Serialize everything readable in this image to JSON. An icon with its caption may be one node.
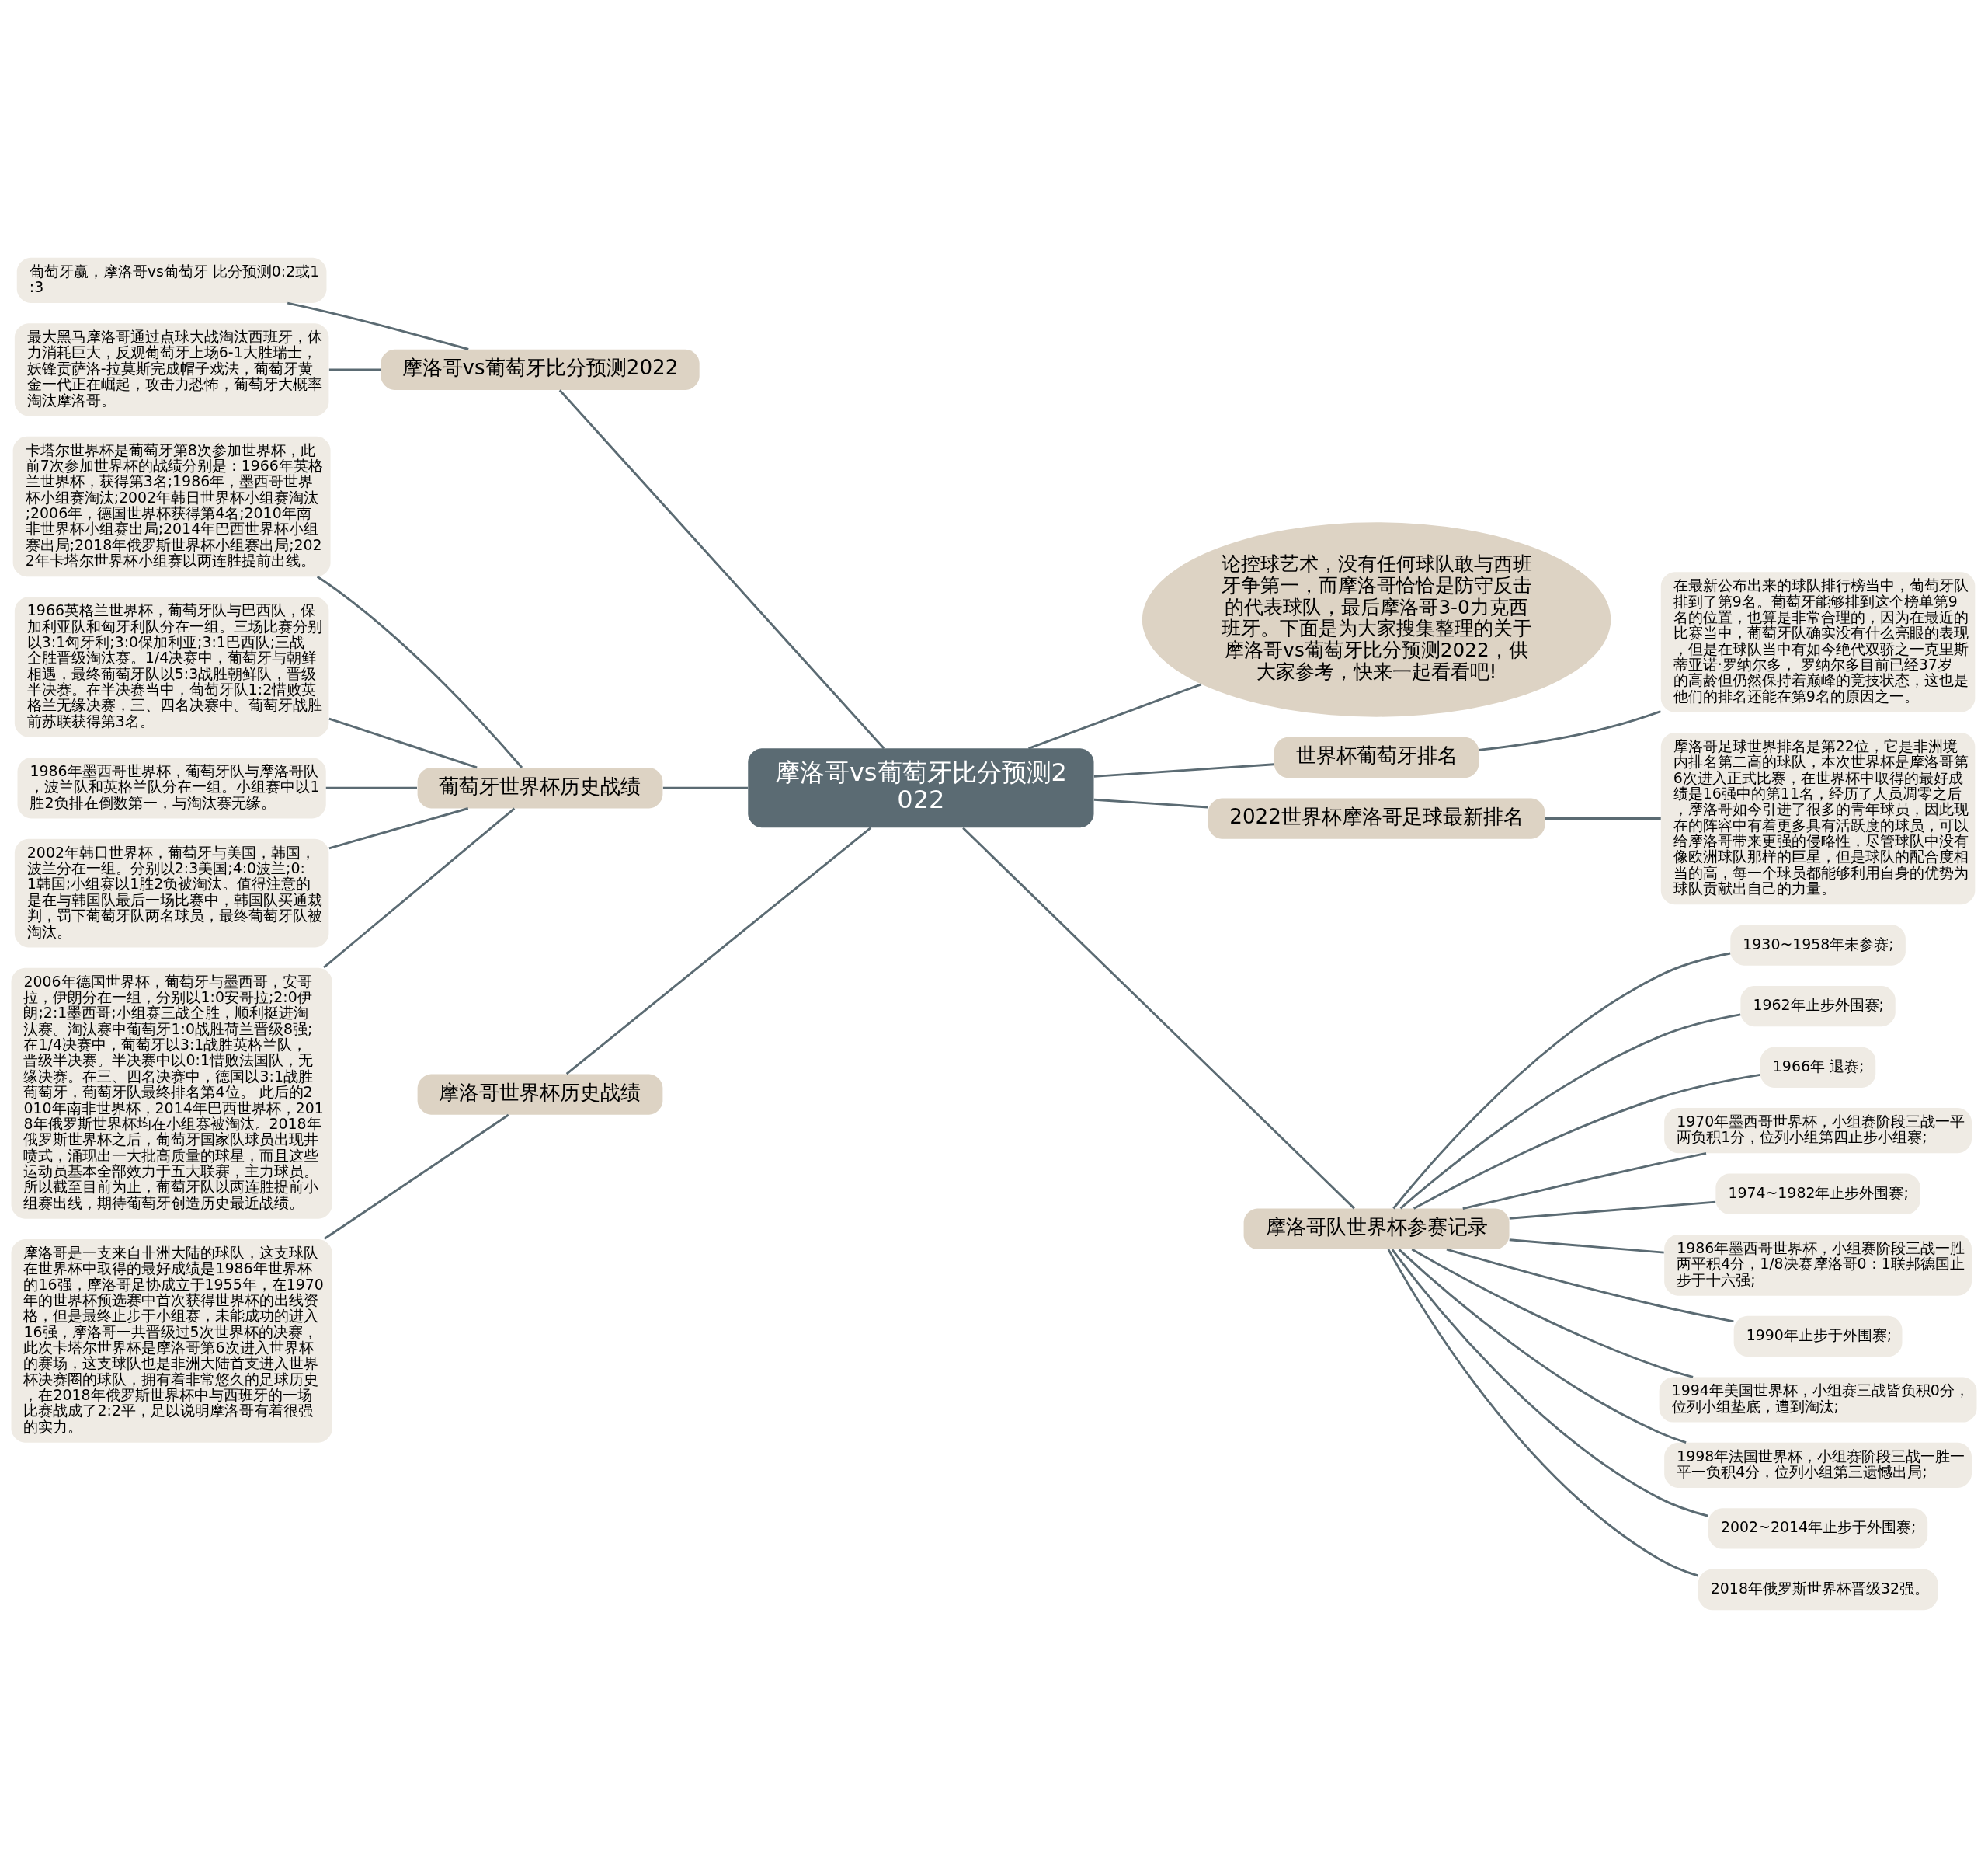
{
  "diagram": {
    "nodes": [
      {
        "text": [
          "摩洛哥vs葡萄牙比分预测2022"
        ]
      },
      {
        "text": [
          "摩洛哥vs葡萄牙比分预测2022"
        ]
      },
      {
        "text": [
          "葡萄牙赢，摩洛哥vs葡萄牙 比分预测0:2或1:3"
        ]
      },
      {
        "text": [
          "最大黑马摩洛哥通过点球大战淘汰西班牙，体力消耗巨大，反观葡萄牙上场6-1大胜瑞士，妖锋贡萨洛-拉莫斯完成帽子戏法，葡萄牙黄金一代正在崛起，攻击力恐怖，葡萄牙大概率淘汰摩洛哥。"
        ]
      },
      {
        "text": [
          "葡萄牙世界杯历史战绩"
        ]
      },
      {
        "text": [
          "卡塔尔世界杯是葡萄牙第8次参加世界杯，此前7次参加世界杯的战绩分别是：1966年英格兰世界杯，获得第3名;1986年，墨西哥世界杯小组赛淘汰;2002年韩日世界杯小组赛淘汰;2006年，德国世界杯获得第4名;2010年南非世界杯小组赛出局;2014年巴西世界杯小组赛出局;2018年俄罗斯世界杯小组赛出局;2022年卡塔尔世界杯小组赛以两连胜提前出线。"
        ]
      },
      {
        "text": [
          "1966英格兰世界杯，葡萄牙队与巴西队，保加利亚队和匈牙利队分在一组。三场比赛分别以3:1匈牙利;3:0保加利亚;3:1巴西队;三战全胜晋级淘汰赛。1/4决赛中，葡萄牙与朝鲜相遇，最终葡萄牙队以5:3战胜朝鲜队，晋级半决赛。在半决赛当中，葡萄牙队1:2惜败英格兰无缘决赛，三、四名决赛中。葡萄牙战胜前苏联获得第3名。"
        ]
      },
      {
        "text": [
          "1986年墨西哥世界杯，葡萄牙队与摩洛哥队，波兰队和英格兰队分在一组。小组赛中以1胜2负排在倒数第一，与淘汰赛无缘。"
        ]
      },
      {
        "text": [
          "2002年韩日世界杯，葡萄牙与美国，韩国，波兰分在一组。分别以2:3美国;4:0波兰;0:1韩国;小组赛以1胜2负被淘汰。值得注意的是在与韩国队最后一场比赛中，韩国队买通裁判，罚下葡萄牙队两名球员，最终葡萄牙队被淘汰。"
        ]
      },
      {
        "text": [
          "2006年德国世界杯，葡萄牙与墨西哥，安哥拉，伊朗分在一组，分别以1:0安哥拉;2:0伊朗;2:1墨西哥;小组赛三战全胜，顺利挺进淘汰赛。淘汰赛中葡萄牙1:0战胜荷兰晋级8强;在1/4决赛中，葡萄牙以3:1战胜英格兰队，晋级半决赛。半决赛中以0:1惜败法国队，无缘决赛。在三、四名决赛中，德国以3:1战胜葡萄牙，葡萄牙队最终排名第4位。 此后的2010年南非世界杯，2014年巴西世界杯，2018年俄罗斯世界杯均在小组赛被淘汰。2018年俄罗斯世界杯之后，葡萄牙国家队球员出现井喷式，涌现出一大批高质量的球星，而且这些运动员基本全部效力于五大联赛，主力球员。所以截至目前为止，葡萄牙队以两连胜提前小组赛出线，期待葡萄牙创造历史最近战绩。"
        ]
      },
      {
        "text": [
          "摩洛哥世界杯历史战绩"
        ]
      },
      {
        "text": [
          "摩洛哥是一支来自非洲大陆的球队，这支球队在世界杯中取得的最好成绩是1986年世界杯的16强，摩洛哥足协成立于1955年，在1970年的世界杯预选赛中首次获得世界杯的出线资格，但是最终止步于小组赛，未能成功的进入16强，摩洛哥一共晋级过5次世界杯的决赛，此次卡塔尔世界杯是摩洛哥第6次进入世界杯的赛场，这支球队也是非洲大陆首支进入世界杯决赛圈的球队，拥有着非常悠久的足球历史，在2018年俄罗斯世界杯中与西班牙的一场比赛战成了2:2平，足以说明摩洛哥有着很强的实力。"
        ]
      },
      {
        "text": [
          "论控球艺术，没有任何球队敢与西班牙争第一，而摩洛哥恰恰是防守反击的代表球队，最后摩洛哥3-0力克西班牙。下面是为大家搜集整理的关于摩洛哥vs葡萄牙比分预测2022，供大家参考，快来一起看看吧!"
        ]
      },
      {
        "text": [
          "世界杯葡萄牙排名"
        ]
      },
      {
        "text": [
          "在最新公布出来的球队排行榜当中，葡萄牙队排到了第9名。葡萄牙能够排到这个榜单第9名的位置，也算是非常合理的，因为在最近的比赛当中，葡萄牙队确实没有什么亮眼的表现，但是在球队当中有如今绝代双骄之一克里斯蒂亚诺·罗纳尔多， 罗纳尔多目前已经37岁的高龄但仍然保持着巅峰的竞技状态，这也是他们的排名还能在第9名的原因之一。"
        ]
      },
      {
        "text": [
          "2022世界杯摩洛哥足球最新排名"
        ]
      },
      {
        "text": [
          "摩洛哥足球世界排名是第22位，它是非洲境内排名第二高的球队，本次世界杯是摩洛哥第6次进入正式比赛，在世界杯中取得的最好成绩是16强中的第11名，经历了人员凋零之后，摩洛哥如今引进了很多的青年球员，因此现在的阵容中有着更多具有活跃度的球员，可以给摩洛哥带来更强的侵略性，尽管球队中没有像欧洲球队那样的巨星，但是球队的配合度相当的高，每一个球员都能够利用自身的优势为球队贡献出自己的力量。"
        ]
      },
      {
        "text": [
          "摩洛哥队世界杯参赛记录"
        ]
      },
      {
        "text": [
          "1930~1958年未参赛;"
        ]
      },
      {
        "text": [
          "1962年止步外围赛;"
        ]
      },
      {
        "text": [
          "1966年 退赛;"
        ]
      },
      {
        "text": [
          "1970年墨西哥世界杯，小组赛阶段三战一平两负积1分，位列小组第四止步小组赛;"
        ]
      },
      {
        "text": [
          "1974~1982年止步外围赛;"
        ]
      },
      {
        "text": [
          "1986年墨西哥世界杯，小组赛阶段三战一胜两平积4分，1/8决赛摩洛哥0：1联邦德国止步于十六强;"
        ]
      },
      {
        "text": [
          "1990年止步于外围赛;"
        ]
      },
      {
        "text": [
          "1994年美国世界杯，小组赛三战皆负积0分，位列小组垫底，遭到淘汰;"
        ]
      },
      {
        "text": [
          "1998年法国世界杯，小组赛阶段三战一胜一平一负积4分，位列小组第三遗憾出局;"
        ]
      },
      {
        "text": [
          "2002~2014年止步于外围赛;"
        ]
      },
      {
        "text": [
          "2018年俄罗斯世界杯晋级32强。"
        ]
      }
    ],
    "edges": [
      {
        "from": 0,
        "to": 1,
        "arrow": "none"
      },
      {
        "from": 1,
        "to": 2,
        "arrow": "none"
      },
      {
        "from": 1,
        "to": 3,
        "arrow": "none"
      },
      {
        "from": 0,
        "to": 4,
        "arrow": "none"
      },
      {
        "from": 4,
        "to": 5,
        "arrow": "none"
      },
      {
        "from": 4,
        "to": 6,
        "arrow": "none"
      },
      {
        "from": 4,
        "to": 7,
        "arrow": "none"
      },
      {
        "from": 4,
        "to": 8,
        "arrow": "none"
      },
      {
        "from": 4,
        "to": 9,
        "arrow": "none"
      },
      {
        "from": 0,
        "to": 10,
        "arrow": "none"
      },
      {
        "from": 10,
        "to": 11,
        "arrow": "none"
      },
      {
        "from": 0,
        "to": 12,
        "arrow": "none"
      },
      {
        "from": 0,
        "to": 13,
        "arrow": "none"
      },
      {
        "from": 13,
        "to": 14,
        "arrow": "none"
      },
      {
        "from": 0,
        "to": 15,
        "arrow": "none"
      },
      {
        "from": 15,
        "to": 16,
        "arrow": "none"
      },
      {
        "from": 0,
        "to": 17,
        "arrow": "none"
      },
      {
        "from": 17,
        "to": 18,
        "arrow": "none"
      },
      {
        "from": 17,
        "to": 19,
        "arrow": "none"
      },
      {
        "from": 17,
        "to": 20,
        "arrow": "none"
      },
      {
        "from": 17,
        "to": 21,
        "arrow": "none"
      },
      {
        "from": 17,
        "to": 22,
        "arrow": "none"
      },
      {
        "from": 17,
        "to": 23,
        "arrow": "none"
      },
      {
        "from": 17,
        "to": 24,
        "arrow": "none"
      },
      {
        "from": 17,
        "to": 25,
        "arrow": "none"
      },
      {
        "from": 17,
        "to": 26,
        "arrow": "none"
      },
      {
        "from": 17,
        "to": 27,
        "arrow": "none"
      },
      {
        "from": 17,
        "to": 28,
        "arrow": "none"
      }
    ]
  }
}
